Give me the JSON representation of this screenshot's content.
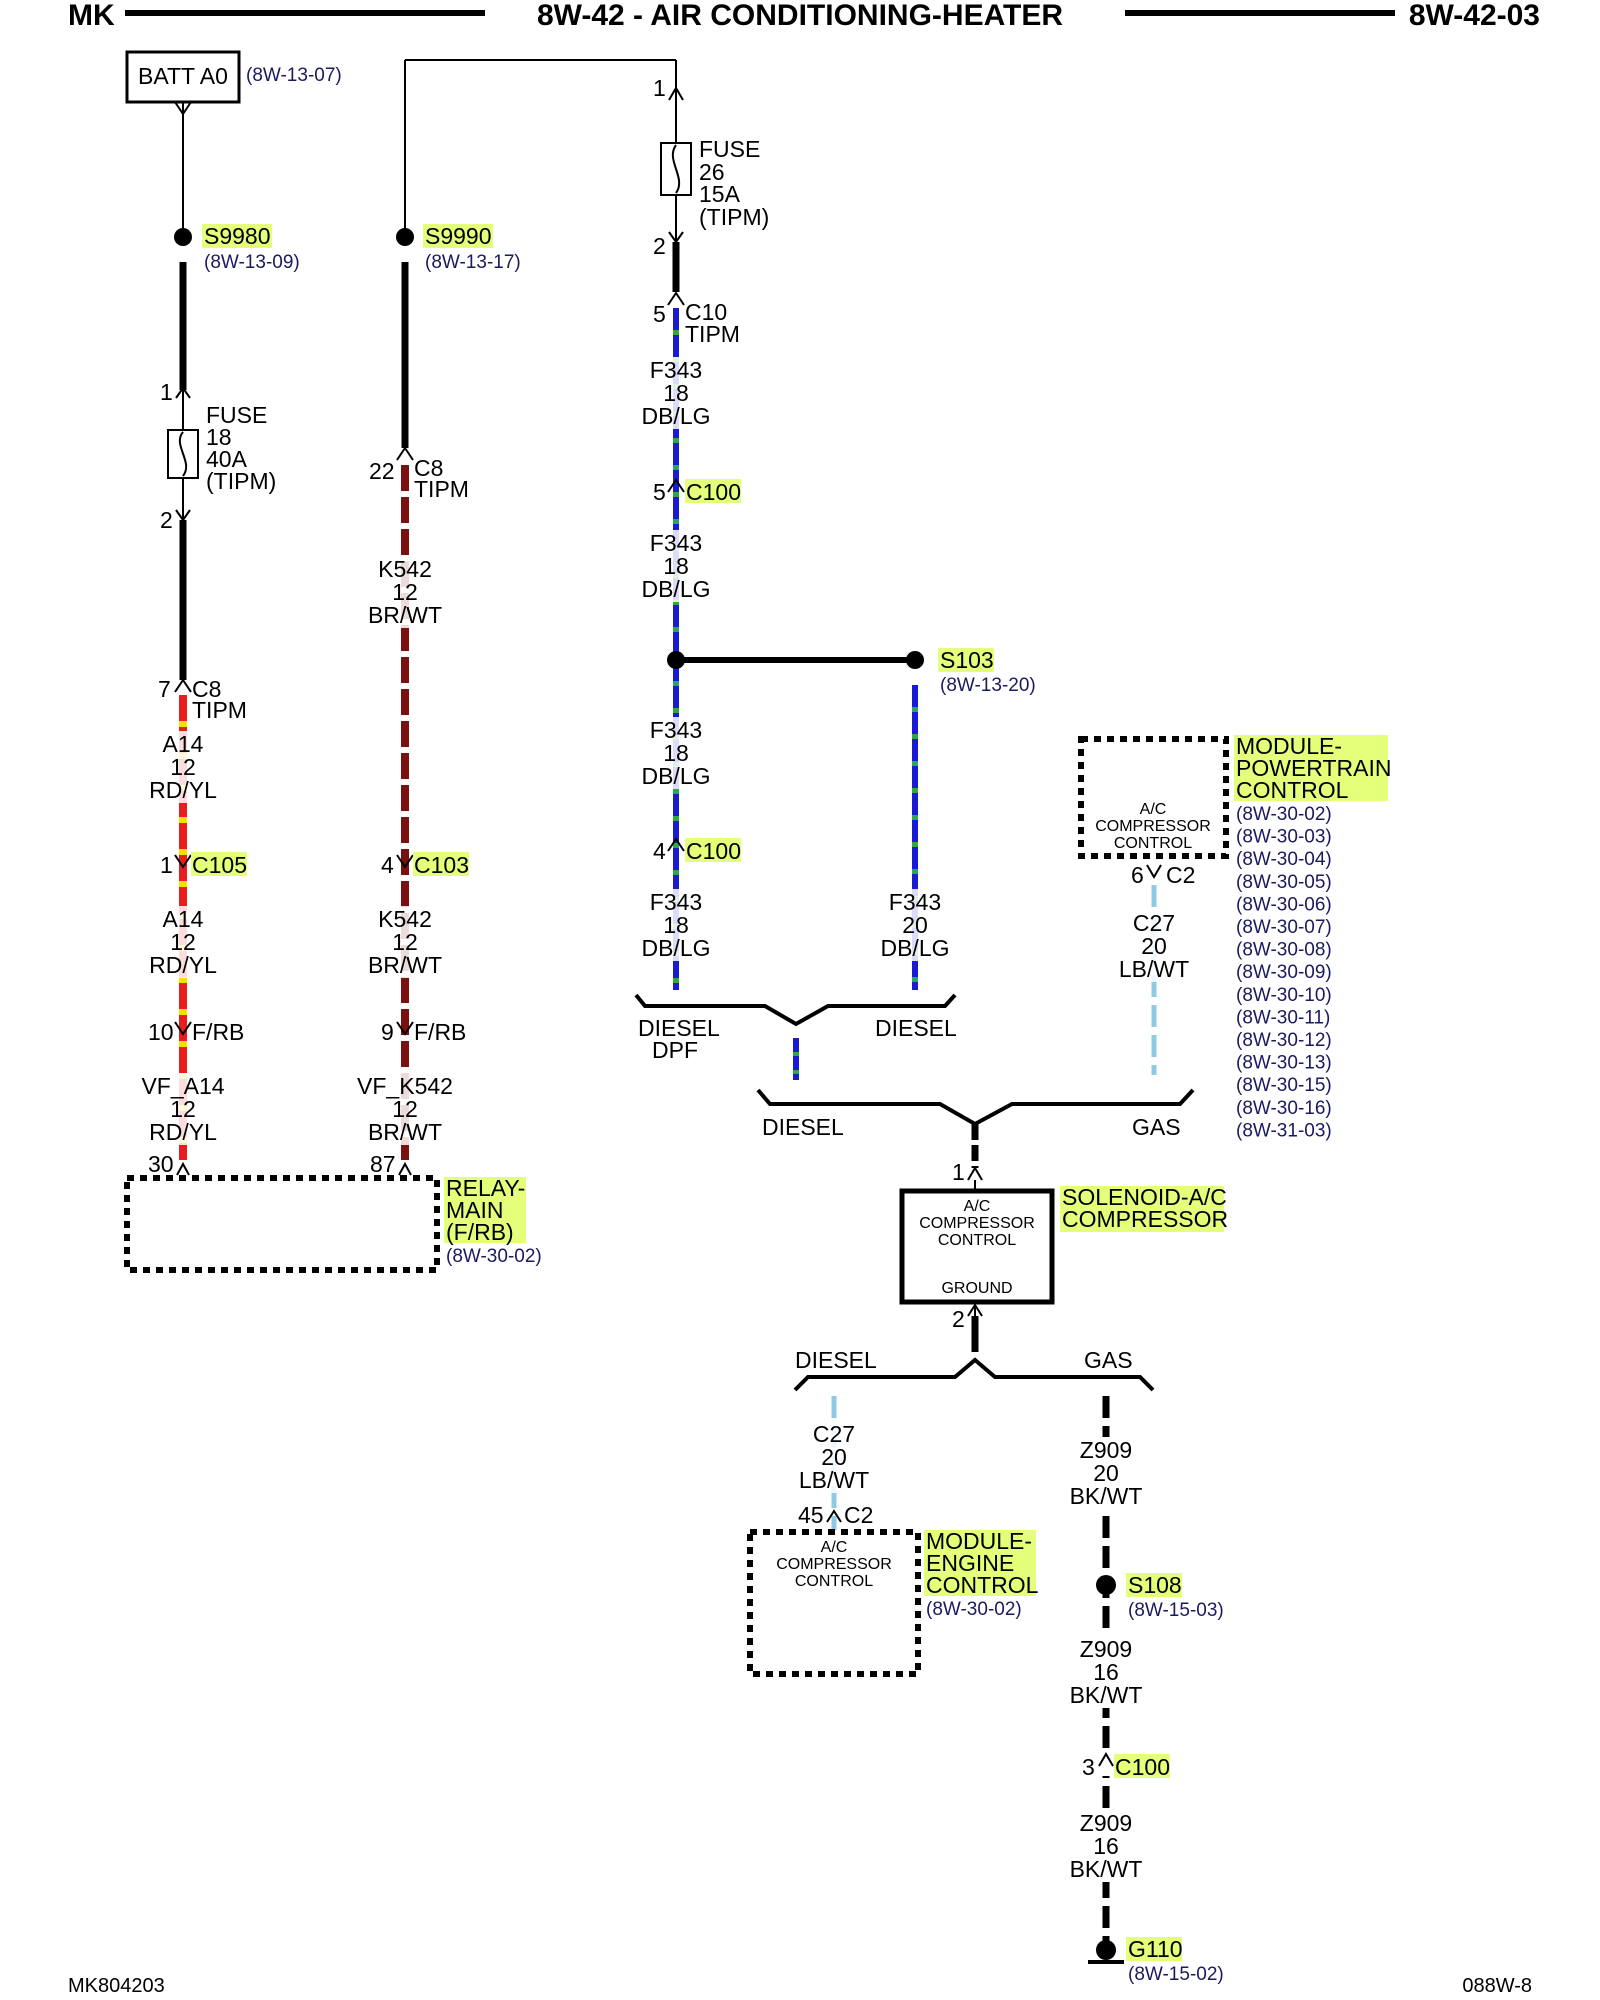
{
  "header": {
    "left": "MK",
    "center": "8W-42 - AIR CONDITIONING-HEATER",
    "right": "8W-42-03"
  },
  "footer": {
    "left": "MK804203",
    "right": "088W-8"
  },
  "colors": {
    "highlight": "#e4ff7a",
    "ref_text": "#1a1a5e",
    "red_wire": "#e61e1e",
    "yellow_tracer": "#f5e000",
    "brown_wire": "#7a1010",
    "blue_wire": "#1a1ad0",
    "green_tracer": "#2aa84a",
    "light_blue_wire": "#8ecae6"
  },
  "col1": {
    "batt": "BATT A0",
    "batt_ref": "(8W-13-07)",
    "splice": "S9980",
    "splice_ref": "(8W-13-09)",
    "fuse_pin_top": "1",
    "fuse_label": "FUSE",
    "fuse_num": "18",
    "fuse_amp": "40A",
    "fuse_loc": "(TIPM)",
    "fuse_pin_bot": "2",
    "c8_pin": "7",
    "c8_name": "C8",
    "c8_loc": "TIPM",
    "w1_code": "A14",
    "w1_gauge": "12",
    "w1_color": "RD/YL",
    "c105_pin": "1",
    "c105_name": "C105",
    "w2_code": "A14",
    "w2_gauge": "12",
    "w2_color": "RD/YL",
    "frb_pin": "10",
    "frb_name": "F/RB",
    "w3_code": "VF_A14",
    "w3_gauge": "12",
    "w3_color": "RD/YL",
    "relay_pin": "30"
  },
  "col2": {
    "splice": "S9990",
    "splice_ref": "(8W-13-17)",
    "c8_pin": "22",
    "c8_name": "C8",
    "c8_loc": "TIPM",
    "w1_code": "K542",
    "w1_gauge": "12",
    "w1_color": "BR/WT",
    "c103_pin": "4",
    "c103_name": "C103",
    "w2_code": "K542",
    "w2_gauge": "12",
    "w2_color": "BR/WT",
    "frb_pin": "9",
    "frb_name": "F/RB",
    "w3_code": "VF_K542",
    "w3_gauge": "12",
    "w3_color": "BR/WT",
    "relay_pin": "87"
  },
  "relay": {
    "name_line1": "RELAY-",
    "name_line2": "MAIN",
    "name_line3": "(F/RB)",
    "ref": "(8W-30-02)"
  },
  "col3": {
    "fuse_pin_top": "1",
    "fuse_label": "FUSE",
    "fuse_num": "26",
    "fuse_amp": "15A",
    "fuse_loc": "(TIPM)",
    "fuse_pin_bot": "2",
    "c10_pin": "5",
    "c10_name": "C10",
    "c10_loc": "TIPM",
    "w1_code": "F343",
    "w1_gauge": "18",
    "w1_color": "DB/LG",
    "c100_pin": "5",
    "c100_name": "C100",
    "w2_code": "F343",
    "w2_gauge": "18",
    "w2_color": "DB/LG",
    "splice": "S103",
    "splice_ref": "(8W-13-20)",
    "w3_code": "F343",
    "w3_gauge": "18",
    "w3_color": "DB/LG",
    "c100b_pin": "4",
    "c100b_name": "C100",
    "w4_code": "F343",
    "w4_gauge": "18",
    "w4_color": "DB/LG",
    "w5_code": "F343",
    "w5_gauge": "20",
    "w5_color": "DB/LG",
    "diesel_dpf_1": "DIESEL",
    "diesel_dpf_2": "DPF",
    "diesel": "DIESEL"
  },
  "pcm": {
    "name_line1": "MODULE-",
    "name_line2": "POWERTRAIN",
    "name_line3": "CONTROL",
    "inner_1": "A/C",
    "inner_2": "COMPRESSOR",
    "inner_3": "CONTROL",
    "pin": "6",
    "conn": "C2",
    "w_code": "C27",
    "w_gauge": "20",
    "w_color": "LB/WT",
    "refs": [
      "(8W-30-02)",
      "(8W-30-03)",
      "(8W-30-04)",
      "(8W-30-05)",
      "(8W-30-06)",
      "(8W-30-07)",
      "(8W-30-08)",
      "(8W-30-09)",
      "(8W-30-10)",
      "(8W-30-11)",
      "(8W-30-12)",
      "(8W-30-13)",
      "(8W-30-15)",
      "(8W-30-16)",
      "(8W-31-03)"
    ]
  },
  "merge1": {
    "left": "DIESEL",
    "right": "GAS"
  },
  "solenoid": {
    "pin_top": "1",
    "inner_1": "A/C",
    "inner_2": "COMPRESSOR",
    "inner_3": "CONTROL",
    "inner_ground": "GROUND",
    "pin_bot": "2",
    "name_line1": "SOLENOID-A/C",
    "name_line2": "COMPRESSOR"
  },
  "merge2": {
    "left": "DIESEL",
    "right": "GAS"
  },
  "ecm": {
    "w_code": "C27",
    "w_gauge": "20",
    "w_color": "LB/WT",
    "pin": "45",
    "conn": "C2",
    "inner_1": "A/C",
    "inner_2": "COMPRESSOR",
    "inner_3": "CONTROL",
    "name_line1": "MODULE-",
    "name_line2": "ENGINE",
    "name_line3": "CONTROL",
    "ref": "(8W-30-02)"
  },
  "ground": {
    "w1_code": "Z909",
    "w1_gauge": "20",
    "w1_color": "BK/WT",
    "splice": "S108",
    "splice_ref": "(8W-15-03)",
    "w2_code": "Z909",
    "w2_gauge": "16",
    "w2_color": "BK/WT",
    "c100_pin": "3",
    "c100_name": "C100",
    "w3_code": "Z909",
    "w3_gauge": "16",
    "w3_color": "BK/WT",
    "g_name": "G110",
    "g_ref": "(8W-15-02)"
  }
}
